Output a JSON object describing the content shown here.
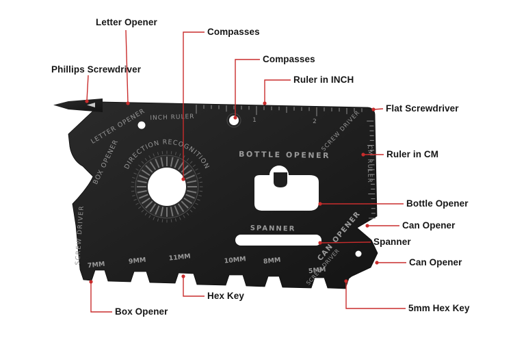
{
  "colors": {
    "card_black": "#1d1d1d",
    "engraving_gray": "#949494",
    "leader_red": "#c92c2c",
    "label_black": "#151515",
    "background": "#ffffff"
  },
  "card": {
    "engravings": {
      "letter_opener": "LETTER OPENER",
      "box_opener": "BOX OPENER",
      "inch_ruler": "INCH RULER",
      "direction_recognition": "DIRECTION RECOGNITION",
      "bottle_opener": "BOTTLE OPENER",
      "screw_driver": "SCREW DRIVER",
      "cm_ruler": "CM RULER",
      "spanner": "SPANNER",
      "can_opener": "CAN OPENER",
      "sizes": [
        "7MM",
        "9MM",
        "11MM",
        "10MM",
        "8MM",
        "5MM"
      ],
      "inch_numbers": [
        "1",
        "2"
      ]
    }
  },
  "callouts": [
    {
      "label": "Letter Opener"
    },
    {
      "label": "Compasses"
    },
    {
      "label": "Compasses"
    },
    {
      "label": "Ruler in INCH"
    },
    {
      "label": "Phillips Screwdriver"
    },
    {
      "label": "Flat Screwdriver"
    },
    {
      "label": "Ruler in CM"
    },
    {
      "label": "Bottle Opener"
    },
    {
      "label": "Can Opener"
    },
    {
      "label": "Spanner"
    },
    {
      "label": "Can Opener"
    },
    {
      "label": "5mm Hex Key"
    },
    {
      "label": "Hex Key"
    },
    {
      "label": "Box Opener"
    }
  ]
}
